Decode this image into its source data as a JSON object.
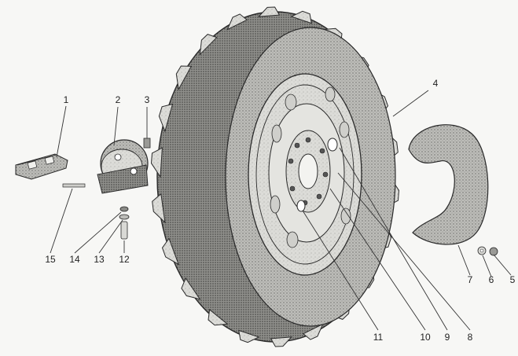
{
  "diagram": {
    "callouts": [
      {
        "id": "1",
        "label": "1"
      },
      {
        "id": "2",
        "label": "2"
      },
      {
        "id": "3",
        "label": "3"
      },
      {
        "id": "4",
        "label": "4"
      },
      {
        "id": "5",
        "label": "5"
      },
      {
        "id": "6",
        "label": "6"
      },
      {
        "id": "7",
        "label": "7"
      },
      {
        "id": "8",
        "label": "8"
      },
      {
        "id": "9",
        "label": "9"
      },
      {
        "id": "10",
        "label": "10"
      },
      {
        "id": "11",
        "label": "11"
      },
      {
        "id": "12",
        "label": "12"
      },
      {
        "id": "13",
        "label": "13"
      },
      {
        "id": "14",
        "label": "14"
      },
      {
        "id": "15",
        "label": "15"
      }
    ],
    "colors": {
      "ink": "#2a2a2a",
      "tire_shade": "#8a8a86",
      "rim_light": "#d9d9d6",
      "paper": "#f7f7f5"
    }
  }
}
